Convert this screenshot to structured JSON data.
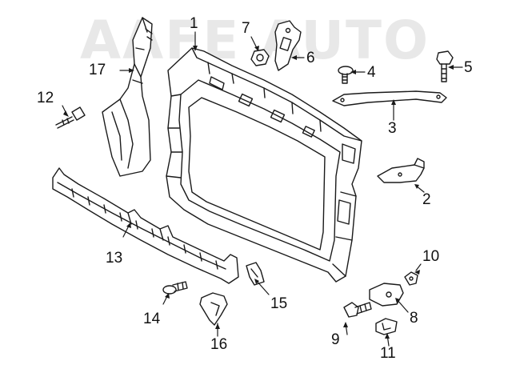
{
  "watermark": {
    "text": "AAFE AUTO"
  },
  "callouts": [
    {
      "id": "label-1",
      "text": "1"
    },
    {
      "id": "label-2",
      "text": "2"
    },
    {
      "id": "label-3",
      "text": "3"
    },
    {
      "id": "label-4",
      "text": "4"
    },
    {
      "id": "label-5",
      "text": "5"
    },
    {
      "id": "label-6",
      "text": "6"
    },
    {
      "id": "label-7",
      "text": "7"
    },
    {
      "id": "label-8",
      "text": "8"
    },
    {
      "id": "label-9",
      "text": "9"
    },
    {
      "id": "label-10",
      "text": "10"
    },
    {
      "id": "label-11",
      "text": "11"
    },
    {
      "id": "label-12",
      "text": "12"
    },
    {
      "id": "label-13",
      "text": "13"
    },
    {
      "id": "label-14",
      "text": "14"
    },
    {
      "id": "label-15",
      "text": "15"
    },
    {
      "id": "label-16",
      "text": "16"
    },
    {
      "id": "label-17",
      "text": "17"
    }
  ],
  "colors": {
    "line": "#1a1a1a",
    "part_fill": "#ffffff",
    "watermark": "#969696"
  }
}
